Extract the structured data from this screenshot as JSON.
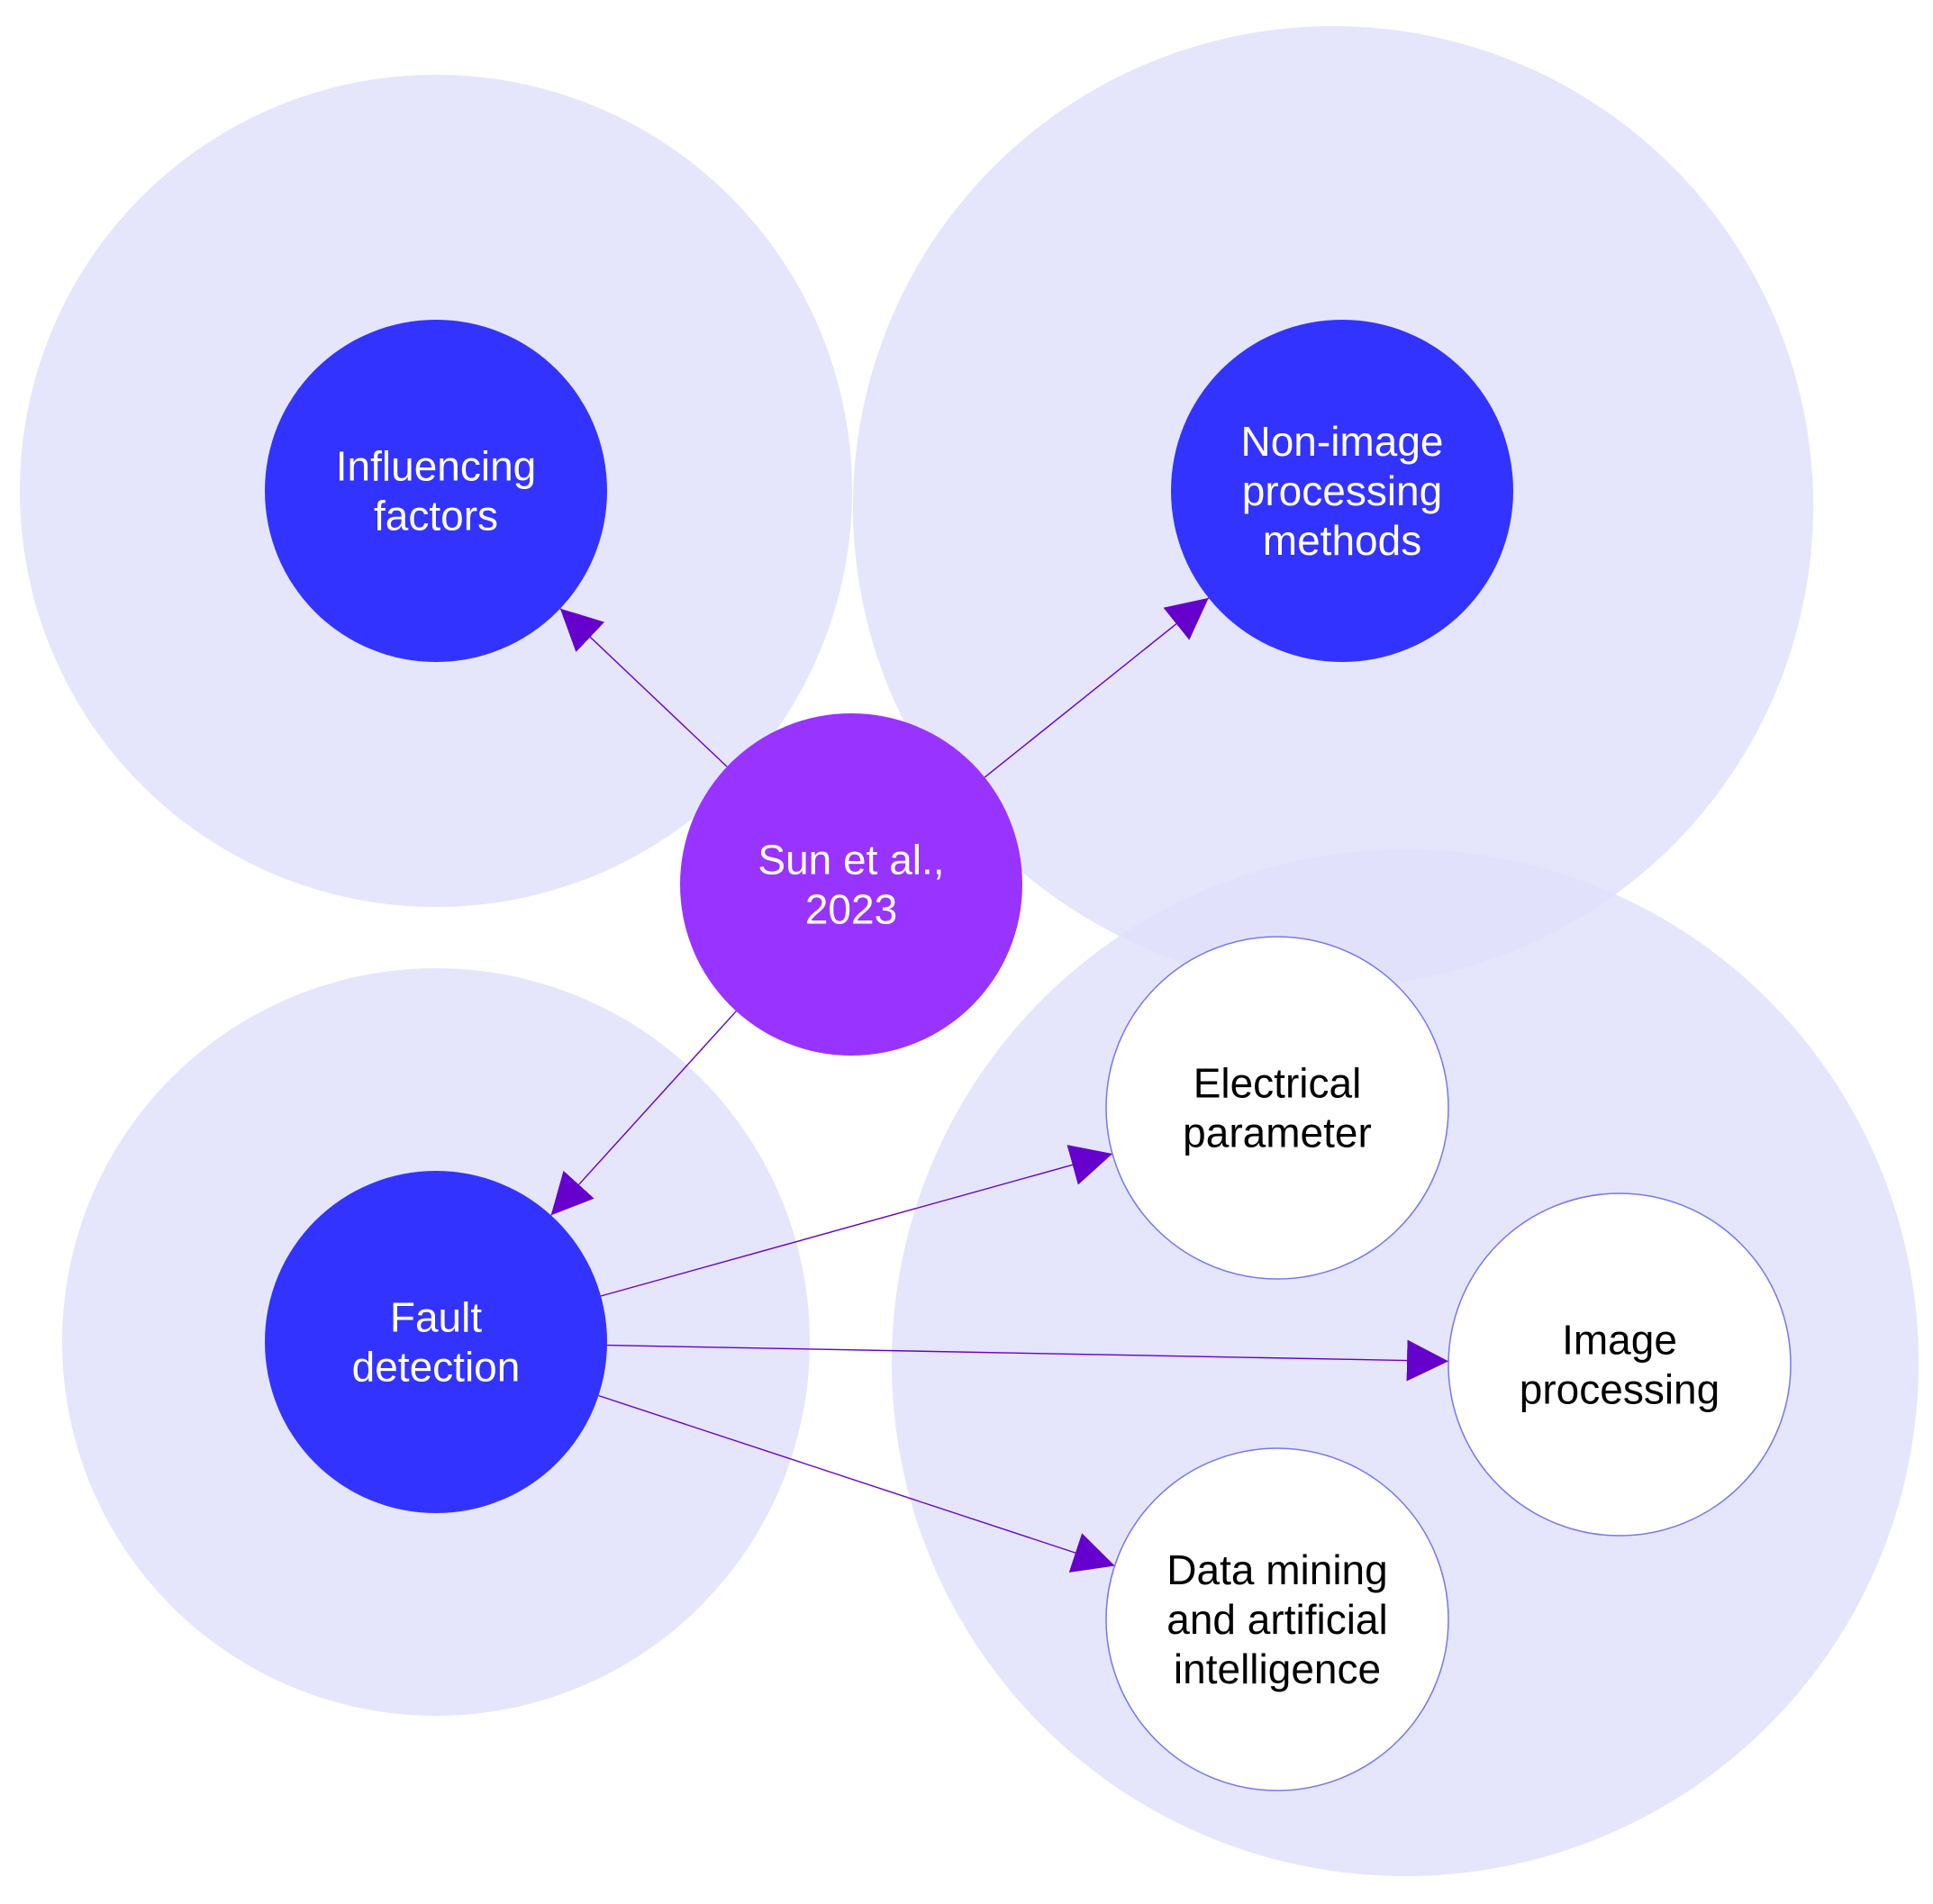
{
  "colors": {
    "background": "#ffffff",
    "cluster": "#e0e0fc",
    "central_node": "#9933ff",
    "primary_node": "#3333ff",
    "secondary_node": "#ffffff",
    "secondary_node_stroke": "#7777ee",
    "edge": "#6600cc",
    "label_light": "#ffffff",
    "label_dark": "#000000"
  },
  "nodes": {
    "center": {
      "lines": [
        "Sun et al.,",
        "2023"
      ]
    },
    "influencing": {
      "lines": [
        "Influencing",
        "factors"
      ]
    },
    "nonimage": {
      "lines": [
        "Non-image",
        "processing",
        "methods"
      ]
    },
    "fault": {
      "lines": [
        "Fault",
        "detection"
      ]
    },
    "electrical": {
      "lines": [
        "Electrical",
        "parameter"
      ]
    },
    "image": {
      "lines": [
        "Image",
        "processing"
      ]
    },
    "datamining": {
      "lines": [
        "Data mining",
        "and artificial",
        "intelligence"
      ]
    }
  },
  "edges": [
    {
      "from": "center",
      "to": "influencing"
    },
    {
      "from": "center",
      "to": "nonimage"
    },
    {
      "from": "center",
      "to": "fault"
    },
    {
      "from": "fault",
      "to": "electrical"
    },
    {
      "from": "fault",
      "to": "image"
    },
    {
      "from": "fault",
      "to": "datamining"
    }
  ]
}
